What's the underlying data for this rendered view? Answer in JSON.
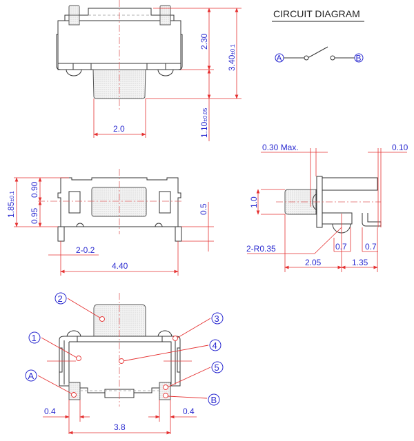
{
  "top_view": {
    "dim_height_body": "2.30",
    "dim_height_total": "3.40",
    "tol_total": "±0.1",
    "dim_plunger_height": "1.10",
    "tol_plunger": "±0.05",
    "dim_plunger_width": "2.0"
  },
  "circuit": {
    "title": "CIRCUIT DIAGRAM",
    "terminal_a": "A",
    "terminal_b": "B"
  },
  "front_view": {
    "dim_height": "1.85",
    "tol_height": "±0.1",
    "dim_upper": "0.90",
    "dim_lower": "0.95",
    "dim_leg": "0.5",
    "dim_leg_width": "2-0.2",
    "dim_width": "4.40"
  },
  "side_view": {
    "dim_max": "0.30 Max.",
    "dim_right": "0.10",
    "dim_plunger": "1.0",
    "dim_radius": "2-R0.35",
    "dim_bump": "0.7",
    "dim_tab": "0.7",
    "dim_left": "2.05",
    "dim_right_len": "1.35"
  },
  "bottom_view": {
    "callouts": [
      "1",
      "2",
      "3",
      "4",
      "5"
    ],
    "terminal_a": "A",
    "terminal_b": "B",
    "dim_pad_left": "0.4",
    "dim_pad_right": "0.4",
    "dim_pitch": "3.8"
  },
  "colors": {
    "dimension": "#e53030",
    "text": "#2a2ad0",
    "outline": "#333333"
  }
}
